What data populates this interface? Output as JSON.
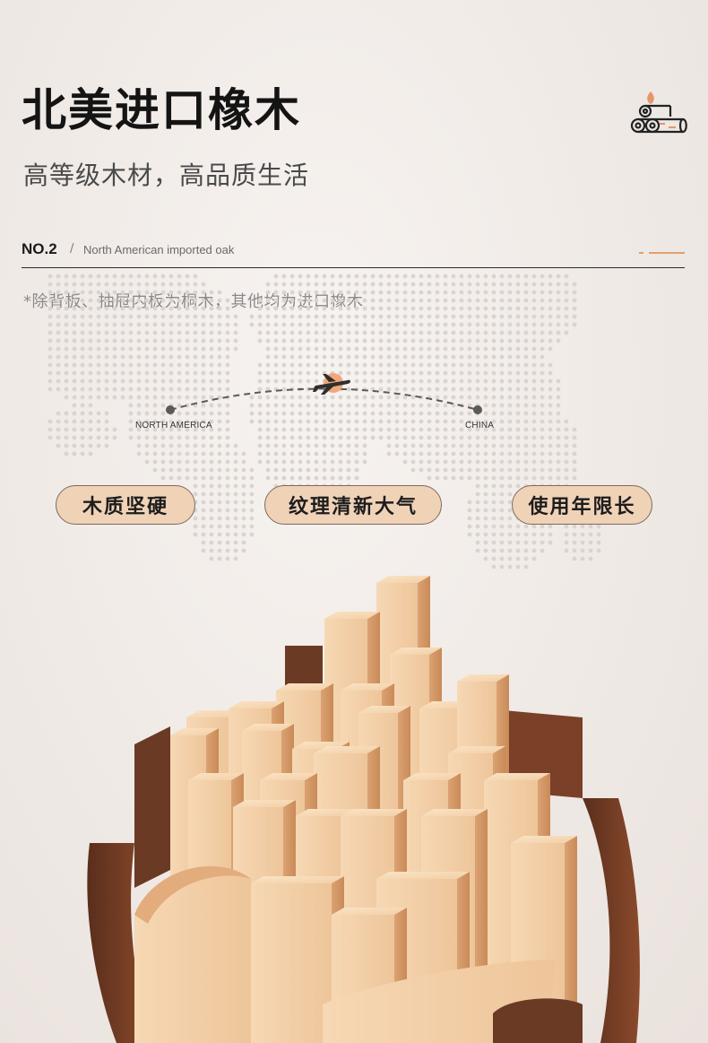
{
  "header": {
    "title": "北美进口橡木",
    "subtitle": "高等级木材，高品质生活",
    "icon": "wood-logs-icon"
  },
  "section": {
    "number": "NO.2",
    "separator": "/",
    "english_label": "North American imported oak"
  },
  "note": "*除背板、抽屉内板为桐木，其他均为进口橡木",
  "route": {
    "origin": "NORTH AMERICA",
    "destination": "CHINA",
    "icon": "airplane-icon"
  },
  "features": [
    {
      "label": "木质坚硬"
    },
    {
      "label": "纹理清新大气"
    },
    {
      "label": "使用年限长"
    }
  ],
  "colors": {
    "accent": "#e0a070",
    "pill_fill": "#f0d2b7",
    "plane_badge": "#f0a878"
  }
}
